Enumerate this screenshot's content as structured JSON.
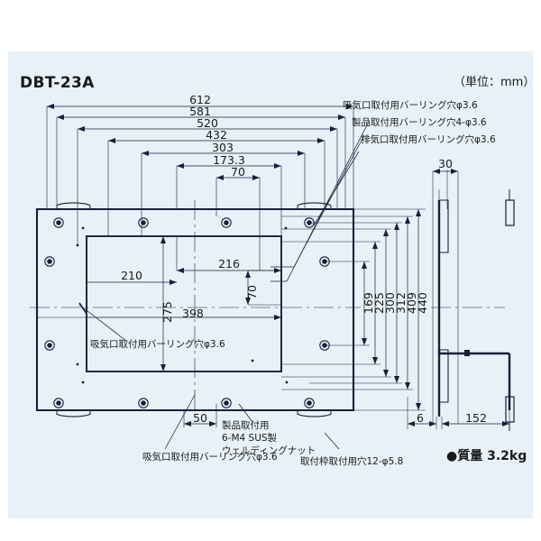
{
  "page": {
    "model": "DBT-23A",
    "unit_note": "（単位：mm）",
    "background": "#e8f1f8",
    "line_color": "#14213a"
  },
  "mass": {
    "bullet": "●",
    "label": "質量",
    "value": "3.2kg",
    "full": "●質量 3.2kg"
  },
  "dimensions": {
    "horizontal_top": [
      {
        "value": "612"
      },
      {
        "value": "581"
      },
      {
        "value": "520"
      },
      {
        "value": "432"
      },
      {
        "value": "303"
      },
      {
        "value": "173.3"
      },
      {
        "value": "70"
      }
    ],
    "horizontal_inner": [
      {
        "value": "216"
      },
      {
        "value": "210"
      },
      {
        "value": "398"
      },
      {
        "value": "50"
      }
    ],
    "vertical_right": [
      {
        "value": "169"
      },
      {
        "value": "225"
      },
      {
        "value": "300"
      },
      {
        "value": "312"
      },
      {
        "value": "409"
      },
      {
        "value": "440"
      }
    ],
    "vertical_inner": [
      {
        "value": "275"
      },
      {
        "value": "70"
      }
    ],
    "side_view": [
      {
        "value": "30"
      },
      {
        "value": "6"
      },
      {
        "value": "152"
      }
    ]
  },
  "callouts": {
    "top": [
      {
        "id": "intake-burring-top",
        "text": "吸気口取付用バーリング穴φ3.6"
      },
      {
        "id": "product-mount-burring",
        "text": "製品取付用バーリング穴4-φ3.6"
      },
      {
        "id": "exhaust-burring",
        "text": "排気口取付用バーリング穴φ3.6"
      }
    ],
    "inner": [
      {
        "id": "intake-burring-inner",
        "text": "吸気口取付用バーリング穴φ3.6"
      }
    ],
    "bottom": [
      {
        "id": "intake-burring-bottom",
        "text": "吸気口取付用バーリング穴φ3.6"
      },
      {
        "id": "weld-nut-line1",
        "text": "製品取付用"
      },
      {
        "id": "weld-nut-line2",
        "text": "6-M4 SUS製"
      },
      {
        "id": "weld-nut-line3",
        "text": "ウェルディングナット"
      },
      {
        "id": "frame-mount-holes",
        "text": "取付枠取付用穴12-φ5.8"
      }
    ]
  }
}
